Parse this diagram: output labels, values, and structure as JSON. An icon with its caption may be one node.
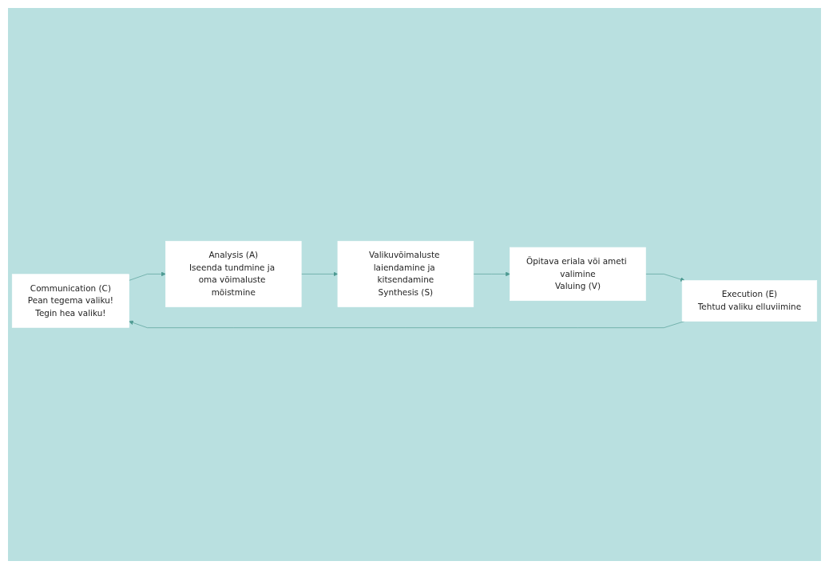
{
  "diagram": {
    "nodes": [
      {
        "text": [
          "Communication (C)",
          "Pean tegema valiku!",
          "Tegin hea valiku!"
        ]
      },
      {
        "text": [
          "Analysis (A)",
          "Iseenda tundmine ja oma võimaluste mõistmine"
        ]
      },
      {
        "text": [
          "Valikuvõimaluste laiendamine ja kitsendamine",
          "Synthesis (S)"
        ]
      },
      {
        "text": [
          "Õpitava eriala või ameti valimine",
          "Valuing (V)"
        ]
      },
      {
        "text": [
          "Execution (E)",
          "Tehtud valiku elluviimine"
        ]
      }
    ],
    "edges": [
      {
        "from": 0,
        "to": 1,
        "arrow": "to"
      },
      {
        "from": 1,
        "to": 2,
        "arrow": "to"
      },
      {
        "from": 2,
        "to": 3,
        "arrow": "to"
      },
      {
        "from": 3,
        "to": 4,
        "arrow": "to"
      },
      {
        "from": 4,
        "to": 0,
        "arrow": "to"
      }
    ]
  }
}
